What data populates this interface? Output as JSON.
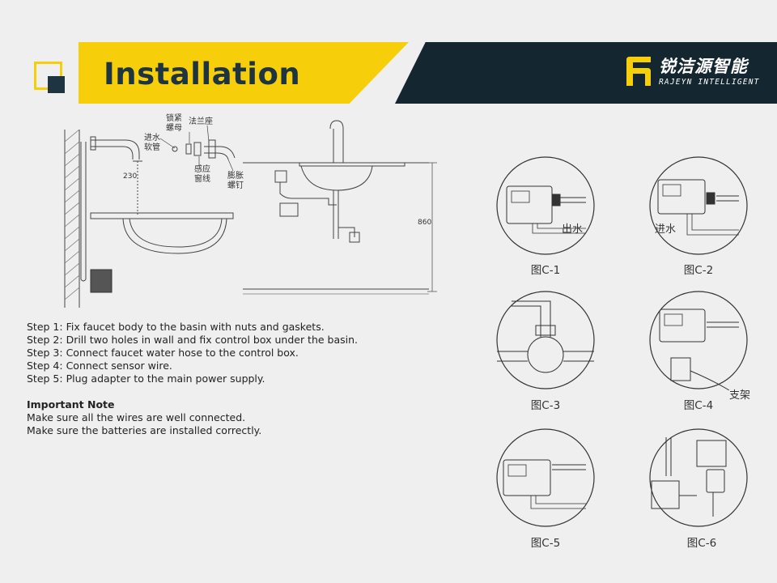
{
  "slide": {
    "title": "Installation",
    "brand": {
      "name_cn": "锐洁源智能",
      "name_en": "RAJEYN INTELLIGENT"
    },
    "colors": {
      "accent_yellow": "#f6cf0a",
      "navy": "#14262f",
      "title_color": "#1f3441",
      "background": "#efefef"
    }
  },
  "diagram": {
    "labels": {
      "lock_nut": "锁紧\n螺母",
      "flange_seat": "法兰座",
      "inlet_hose": "进水\n软管",
      "sensor_window": "感应\n窗线",
      "expansion_screw": "膨胀\n螺钉"
    },
    "dimensions": {
      "height_230": "230",
      "height_860": "860"
    }
  },
  "steps": [
    "Step 1: Fix faucet body to the basin with nuts and gaskets.",
    "Step 2: Drill two holes in wall and fix control box under the basin.",
    "Step 3: Connect faucet water hose to the control box.",
    "Step 4: Connect sensor wire.",
    "Step 5: Plug adapter to the main power supply."
  ],
  "note": {
    "title": "Important Note",
    "lines": [
      "Make sure all the wires are well connected.",
      "Make sure the batteries are installed correctly."
    ]
  },
  "figures": [
    {
      "caption": "图C-1",
      "label": "出水"
    },
    {
      "caption": "图C-2",
      "label": "进水"
    },
    {
      "caption": "图C-3",
      "label": ""
    },
    {
      "caption": "图C-4",
      "label": "支架"
    },
    {
      "caption": "图C-5",
      "label": ""
    },
    {
      "caption": "图C-6",
      "label": ""
    }
  ]
}
